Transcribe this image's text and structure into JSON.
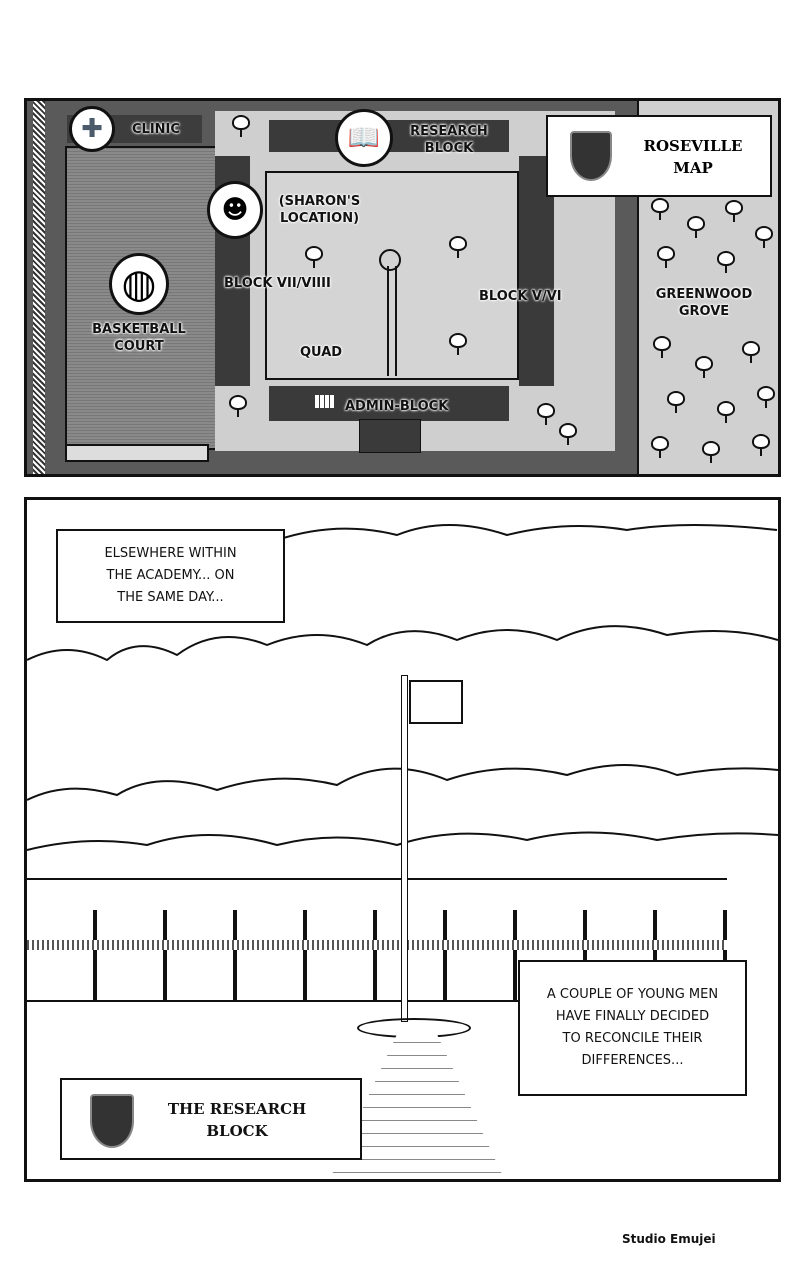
{
  "map_panel": {
    "title": "ROSEVILLE MAP",
    "labels": {
      "clinic": "CLINIC",
      "research_block": "RESEARCH BLOCK",
      "sharons_location": "(SHARON'S LOCATION)",
      "block_vii_viii": "BLOCK VII/VIIII",
      "block_v_vi": "BLOCK V/VI",
      "quad": "QUAD",
      "basketball_court": "BASKETBALL COURT",
      "admin_block": "ADMIN-BLOCK",
      "greenwood_grove": "GREENWOOD GROVE"
    },
    "icons": [
      "medical-cross-icon",
      "open-book-icon",
      "sharon-portrait-icon",
      "basketball-icon",
      "window-grid-icon",
      "school-crest-icon",
      "tree-icon"
    ]
  },
  "scene_panel": {
    "caption_top": "ELSEWHERE WITHIN THE ACADEMY... ON THE SAME DAY...",
    "caption_right": "A COUPLE OF YOUNG MEN HAVE FINALLY DECIDED TO RECONCILE THEIR DIFFERENCES...",
    "location_title": "THE RESEARCH BLOCK"
  },
  "credit": "Studio Emujei"
}
